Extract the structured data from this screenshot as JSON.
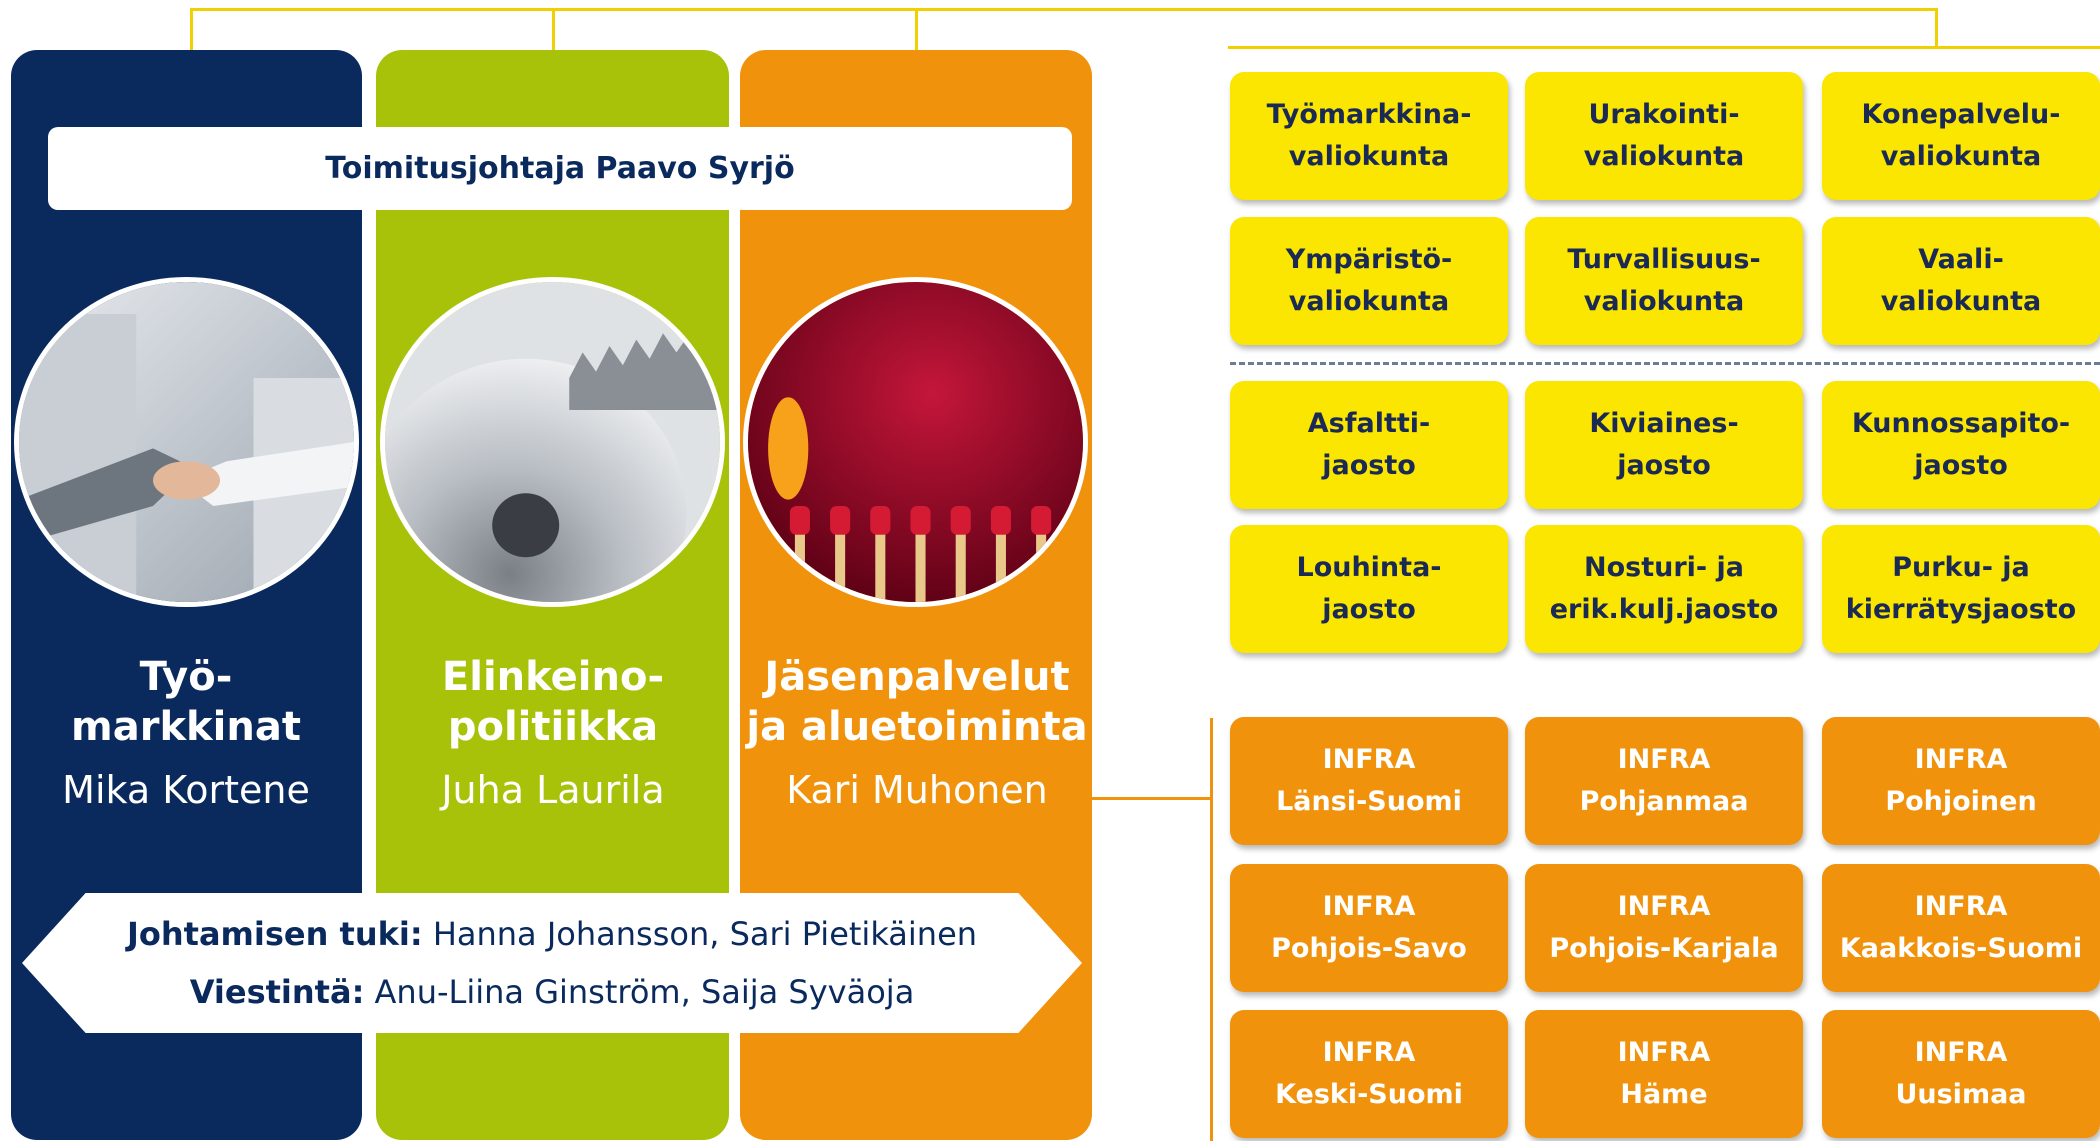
{
  "ceo": "Toimitusjohtaja Paavo Syrjö",
  "departments": [
    {
      "title1": "Työ-",
      "title2": "markkinat",
      "person": "Mika Kortene"
    },
    {
      "title1": "Elinkeino-",
      "title2": "politiikka",
      "person": "Juha Laurila"
    },
    {
      "title1": "Jäsenpalvelut",
      "title2": "ja aluetoiminta",
      "person": "Kari Muhonen"
    }
  ],
  "support": {
    "label1": "Johtamisen tuki:",
    "text1": " Hanna Johansson, Sari Pietikäinen",
    "label2": "Viestintä:",
    "text2": " Anu-Liina Ginström, Saija Syväoja"
  },
  "committees": [
    [
      "Työmarkkina-",
      "valiokunta"
    ],
    [
      "Urakointi-",
      "valiokunta"
    ],
    [
      "Konepalvelu-",
      "valiokunta"
    ],
    [
      "Ympäristö-",
      "valiokunta"
    ],
    [
      "Turvallisuus-",
      "valiokunta"
    ],
    [
      "Vaali-",
      "valiokunta"
    ]
  ],
  "sections": [
    [
      "Asfaltti-",
      "jaosto"
    ],
    [
      "Kiviaines-",
      "jaosto"
    ],
    [
      "Kunnossapito-",
      "jaosto"
    ],
    [
      "Louhinta-",
      "jaosto"
    ],
    [
      "Nosturi- ja",
      "erik.kulj.jaosto"
    ],
    [
      "Purku- ja",
      "kierrätysjaosto"
    ]
  ],
  "regions": [
    [
      "INFRA",
      "Länsi-Suomi"
    ],
    [
      "INFRA",
      "Pohjanmaa"
    ],
    [
      "INFRA",
      "Pohjoinen"
    ],
    [
      "INFRA",
      "Pohjois-Savo"
    ],
    [
      "INFRA",
      "Pohjois-Karjala"
    ],
    [
      "INFRA",
      "Kaakkois-Suomi"
    ],
    [
      "INFRA",
      "Keski-Suomi"
    ],
    [
      "INFRA",
      "Häme"
    ],
    [
      "INFRA",
      "Uusimaa"
    ]
  ],
  "colors": {
    "navy": "#0a2a5e",
    "green": "#a8c20a",
    "orange": "#f0920c",
    "yellow": "#fae600"
  }
}
